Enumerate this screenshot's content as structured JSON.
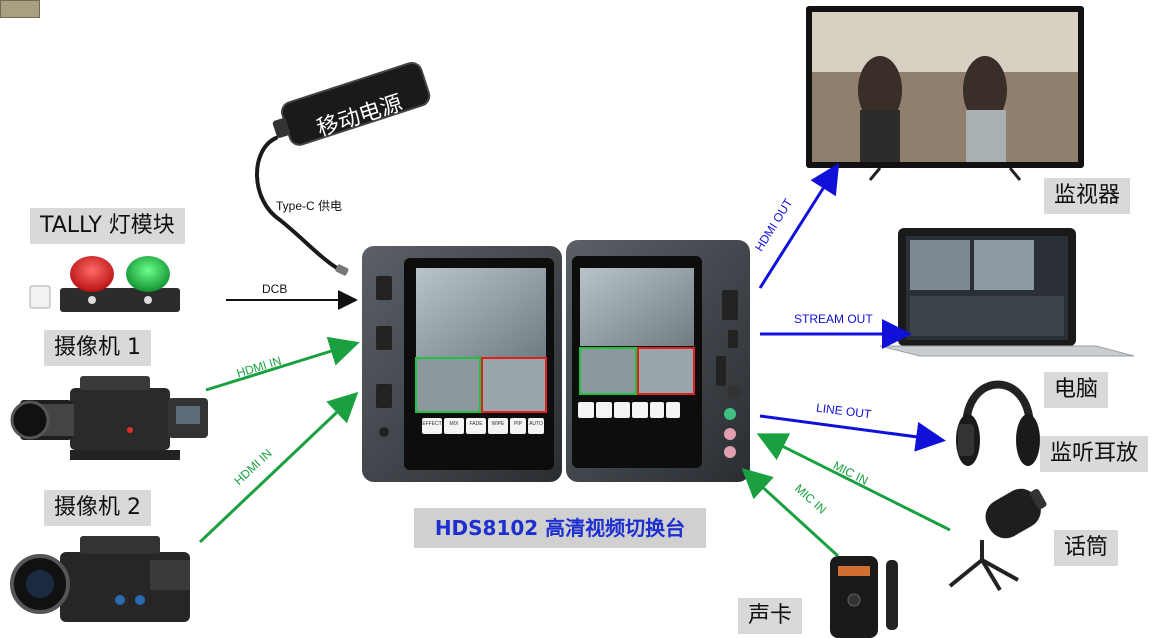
{
  "device_title": "HDS8102 高清视频切换台",
  "power_bank_label": "移动电源",
  "power_cable_label": "Type-C 供电",
  "tally_label": "TALLY 灯模块",
  "camera1_label": "摄像机 1",
  "camera2_label": "摄像机 2",
  "monitor_label": "监视器",
  "computer_label": "电脑",
  "headphones_label": "监听耳放",
  "microphone_label": "话筒",
  "sound_card_label": "声卡",
  "connections": {
    "dcb": "DCB",
    "hdmi_in_1": "HDMI IN",
    "hdmi_in_2": "HDMI IN",
    "hdmi_out": "HDMI OUT",
    "stream_out": "STREAM OUT",
    "line_out": "LINE  OUT",
    "mic_in_1": "MIC IN",
    "mic_in_2": "MIC IN"
  },
  "device_buttons": [
    "EFFECT",
    "MIX",
    "FADE",
    "WIPE",
    "PIP",
    "AUTO"
  ],
  "colors": {
    "title_text": "#1e2fd0",
    "black_arrow": "#111111",
    "green_arrow": "#1aa040",
    "blue_arrow": "#1010d8",
    "tally_red": "#e02020",
    "tally_green": "#20c040"
  }
}
